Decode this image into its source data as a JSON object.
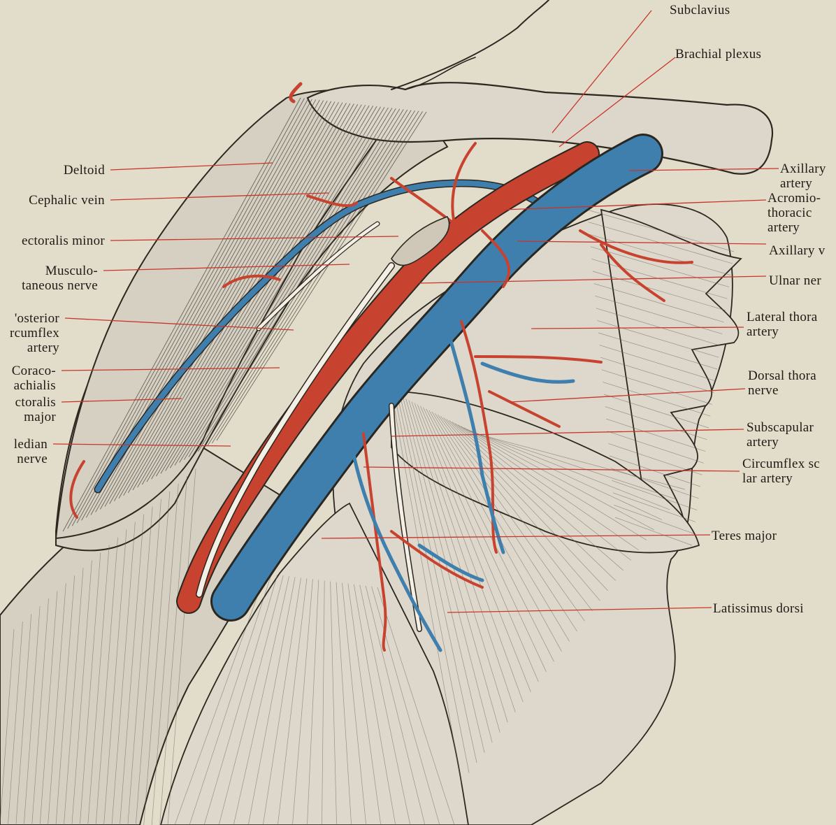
{
  "labels_left": [
    {
      "id": "deltoid",
      "lines": [
        "Deltoid"
      ]
    },
    {
      "id": "cephalic-vein",
      "lines": [
        "Cephalic vein"
      ]
    },
    {
      "id": "pectoralis-minor",
      "lines": [
        "ectoralis minor"
      ]
    },
    {
      "id": "musculocutaneous-nerve",
      "lines": [
        "Musculo-",
        "taneous nerve"
      ]
    },
    {
      "id": "posterior-circumflex-artery",
      "lines": [
        "'osterior",
        "rcumflex",
        "artery"
      ]
    },
    {
      "id": "coracobrachialis",
      "lines": [
        "Coraco-",
        "achialis"
      ]
    },
    {
      "id": "pectoralis-major",
      "lines": [
        "ctoralis",
        "major"
      ]
    },
    {
      "id": "median-nerve",
      "lines": [
        "ledian",
        "nerve"
      ]
    }
  ],
  "labels_right": [
    {
      "id": "subclavius",
      "lines": [
        "Subclavius"
      ]
    },
    {
      "id": "brachial-plexus",
      "lines": [
        "Brachial plexus"
      ]
    },
    {
      "id": "axillary-artery",
      "lines": [
        "Axillary",
        "artery"
      ]
    },
    {
      "id": "acromiothoracic-artery",
      "lines": [
        "Acromio-",
        "thoracic",
        "artery"
      ]
    },
    {
      "id": "axillary-vein",
      "lines": [
        "Axillary v"
      ]
    },
    {
      "id": "ulnar-nerve",
      "lines": [
        "Ulnar ner"
      ]
    },
    {
      "id": "lateral-thoracic-artery",
      "lines": [
        "Lateral thora",
        "artery"
      ]
    },
    {
      "id": "dorsal-thoracic-nerve",
      "lines": [
        "Dorsal thora",
        "nerve"
      ]
    },
    {
      "id": "subscapular-artery",
      "lines": [
        "Subscapular",
        "artery"
      ]
    },
    {
      "id": "circumflex-scapular-artery",
      "lines": [
        "Circumflex sc",
        "lar artery"
      ]
    },
    {
      "id": "teres-major",
      "lines": [
        "Teres major"
      ]
    },
    {
      "id": "latissimus-dorsi",
      "lines": [
        "Latissimus dorsi"
      ]
    }
  ],
  "colors": {
    "paper": "#e2dccb",
    "artery": "#c7432f",
    "vein": "#3f7fae",
    "nerve": "#f3efe4",
    "leader": "#c8352a",
    "ink": "#1e1a14"
  }
}
